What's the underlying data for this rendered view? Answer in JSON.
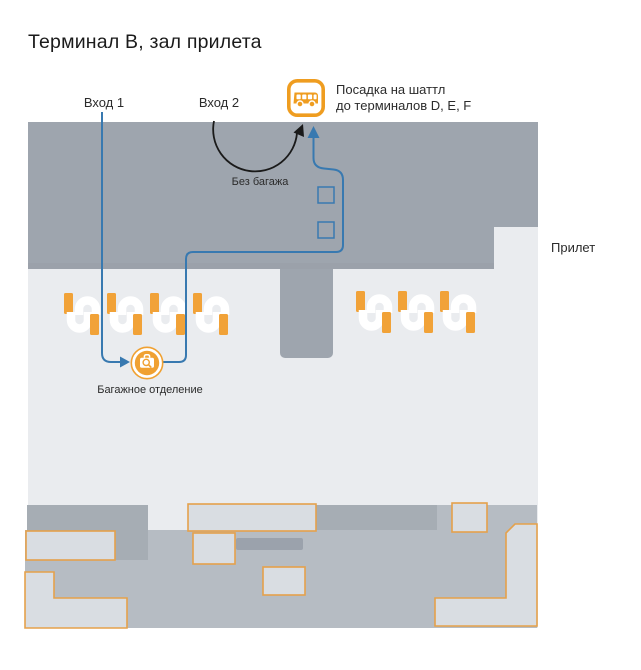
{
  "title": "Терминал B, зал прилета",
  "map": {
    "entrances": {
      "entrance1": "Вход 1",
      "entrance2": "Вход 2"
    },
    "shuttle": {
      "line1": "Посадка на шаттл",
      "line2": "до терминалов D, E, F"
    },
    "route_notes": {
      "no_baggage": "Без багажа"
    },
    "poi": {
      "baggage_room": "Багажное отделение",
      "arrival": "Прилет"
    },
    "icons": {
      "shuttle_icon": "bus-icon",
      "baggage_icon": "baggage-search-icon"
    },
    "colors": {
      "accent_orange": "#ef9d20",
      "carousel_orange": "#f1a238",
      "outline_orange": "#e5a14b",
      "route_blue": "#3879b0",
      "route_black": "#1a1a1a",
      "wall_dark_gray": "#9ea5ae",
      "floor_light_gray": "#eaecef",
      "service_mid_gray": "#b6bcc3",
      "block_gray": "#a6adb4"
    }
  }
}
